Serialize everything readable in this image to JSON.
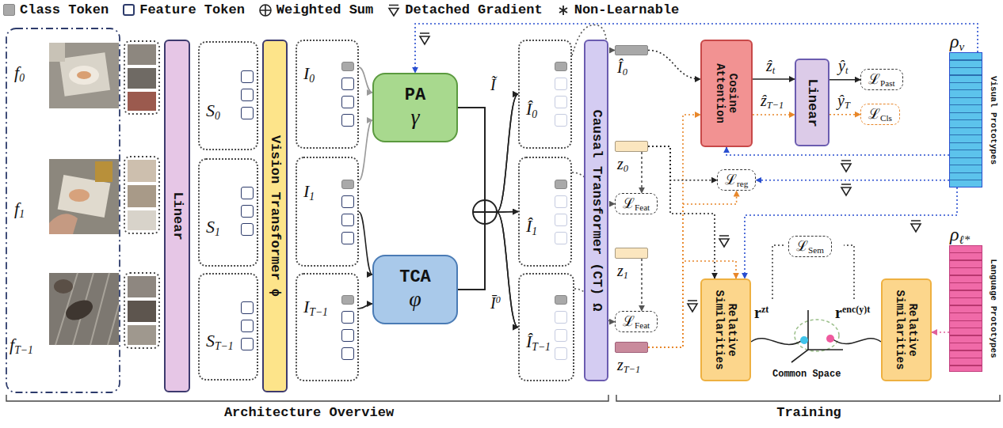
{
  "diagram": {
    "nodes": [
      {
        "text": [
          "Linear"
        ]
      },
      {
        "text": [
          "S0"
        ]
      },
      {
        "text": [
          "S1"
        ]
      },
      {
        "text": [
          "ST−1"
        ]
      },
      {
        "text": [
          "Vision Transformer ϕ"
        ]
      },
      {
        "text": [
          "I0"
        ]
      },
      {
        "text": [
          "I1"
        ]
      },
      {
        "text": [
          "IT−1"
        ]
      },
      {
        "text": [
          "PA",
          "γ"
        ]
      },
      {
        "text": [
          "TCA",
          "φ"
        ]
      },
      {
        "text": [
          "Î0"
        ]
      },
      {
        "text": [
          "Î1"
        ]
      },
      {
        "text": [
          "ÎT−1"
        ]
      },
      {
        "text": [
          "Causal Transformer (CT) Ω"
        ]
      },
      {
        "text": [
          "Î0"
        ]
      },
      {
        "text": [
          "z0"
        ]
      },
      {
        "text": [
          "ℒFeat"
        ]
      },
      {
        "text": [
          "z1"
        ]
      },
      {
        "text": [
          "ℒFeat"
        ]
      },
      {
        "text": [
          "zT−1"
        ]
      },
      {
        "text": [
          "Cosine Attention"
        ]
      },
      {
        "text": [
          "Linear"
        ]
      },
      {
        "text": [
          "ℒPast"
        ]
      },
      {
        "text": [
          "ℒCls"
        ]
      },
      {
        "text": [
          "ℒreg"
        ]
      },
      {
        "text": [
          "ρv",
          "Visual Prototypes"
        ]
      },
      {
        "text": [
          "Relative Similarities"
        ]
      },
      {
        "text": [
          "ℒSem"
        ]
      },
      {
        "text": [
          "Relative Similarities"
        ]
      },
      {
        "text": [
          "ρℓ*",
          "Language Prototypes"
        ]
      }
    ],
    "edges": [
      {
        "from": 5,
        "to": 8,
        "arrow": "to"
      },
      {
        "from": 6,
        "to": 8,
        "arrow": "to"
      },
      {
        "from": 6,
        "to": 9,
        "arrow": "to"
      },
      {
        "from": 7,
        "to": 9,
        "arrow": "to"
      },
      {
        "from": 8,
        "to": 10,
        "label": "Ĩ",
        "arrow": "to"
      },
      {
        "from": 8,
        "to": 11,
        "arrow": "to"
      },
      {
        "from": 8,
        "to": 12,
        "arrow": "to"
      },
      {
        "from": 9,
        "to": 10,
        "label": "Ī0",
        "arrow": "to"
      },
      {
        "from": 9,
        "to": 11,
        "arrow": "to"
      },
      {
        "from": 9,
        "to": 12,
        "arrow": "to"
      },
      {
        "from": 10,
        "to": 14,
        "arrow": "to"
      },
      {
        "from": 11,
        "to": 16,
        "arrow": "to"
      },
      {
        "from": 15,
        "to": 16,
        "arrow": "to"
      },
      {
        "from": 12,
        "to": 18,
        "arrow": "to"
      },
      {
        "from": 17,
        "to": 18,
        "arrow": "to"
      },
      {
        "from": 14,
        "to": 20,
        "arrow": "to"
      },
      {
        "from": 19,
        "to": 20,
        "arrow": "to"
      },
      {
        "from": 20,
        "to": 21,
        "label": "ẑt",
        "arrow": "to"
      },
      {
        "from": 20,
        "to": 21,
        "label": "ẑT−1",
        "arrow": "to"
      },
      {
        "from": 21,
        "to": 22,
        "label": "ŷt",
        "arrow": "to"
      },
      {
        "from": 21,
        "to": 23,
        "label": "ŷT",
        "arrow": "to"
      },
      {
        "from": 25,
        "to": 20,
        "arrow": "to"
      },
      {
        "from": 25,
        "to": 24,
        "arrow": "to"
      },
      {
        "from": 15,
        "to": 24,
        "arrow": "to"
      },
      {
        "from": 19,
        "to": 24,
        "arrow": "to"
      },
      {
        "from": 15,
        "to": 26,
        "arrow": "to"
      },
      {
        "from": 19,
        "to": 26,
        "arrow": "to"
      },
      {
        "from": 25,
        "to": 26,
        "arrow": "to"
      },
      {
        "from": 29,
        "to": 28,
        "arrow": "to"
      },
      {
        "from": 25,
        "to": 8,
        "arrow": "to"
      }
    ],
    "labels": [
      "f0",
      "f1",
      "fT−1",
      "rzt",
      "renc(y)t",
      "Common Space",
      "Architecture Overview",
      "Training"
    ],
    "legend": [
      {
        "text": "Class Token",
        "color": "#a9a9a9"
      },
      {
        "text": "Feature Token"
      },
      {
        "text": "Weighted Sum"
      },
      {
        "text": "Detached Gradient"
      },
      {
        "text": "Non-Learnable"
      }
    ]
  }
}
